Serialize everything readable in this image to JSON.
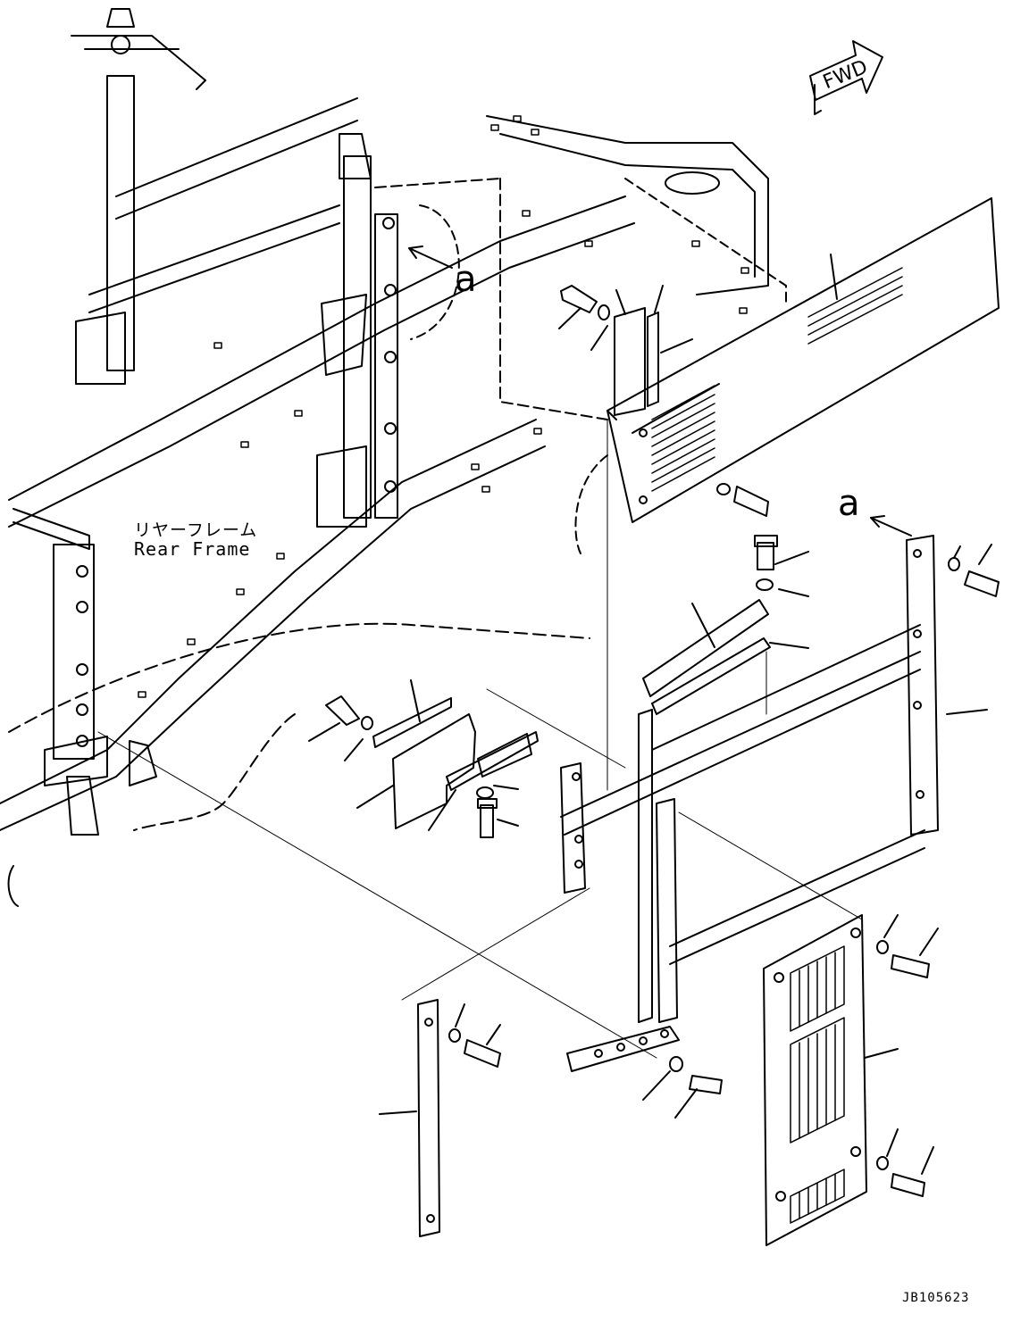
{
  "diagram": {
    "fwd_label": "FWD",
    "view_marker_label": "a",
    "rear_frame_label_ja": "リヤーフレーム",
    "rear_frame_label_en": "Rear Frame",
    "drawing_code": "JB105623"
  }
}
